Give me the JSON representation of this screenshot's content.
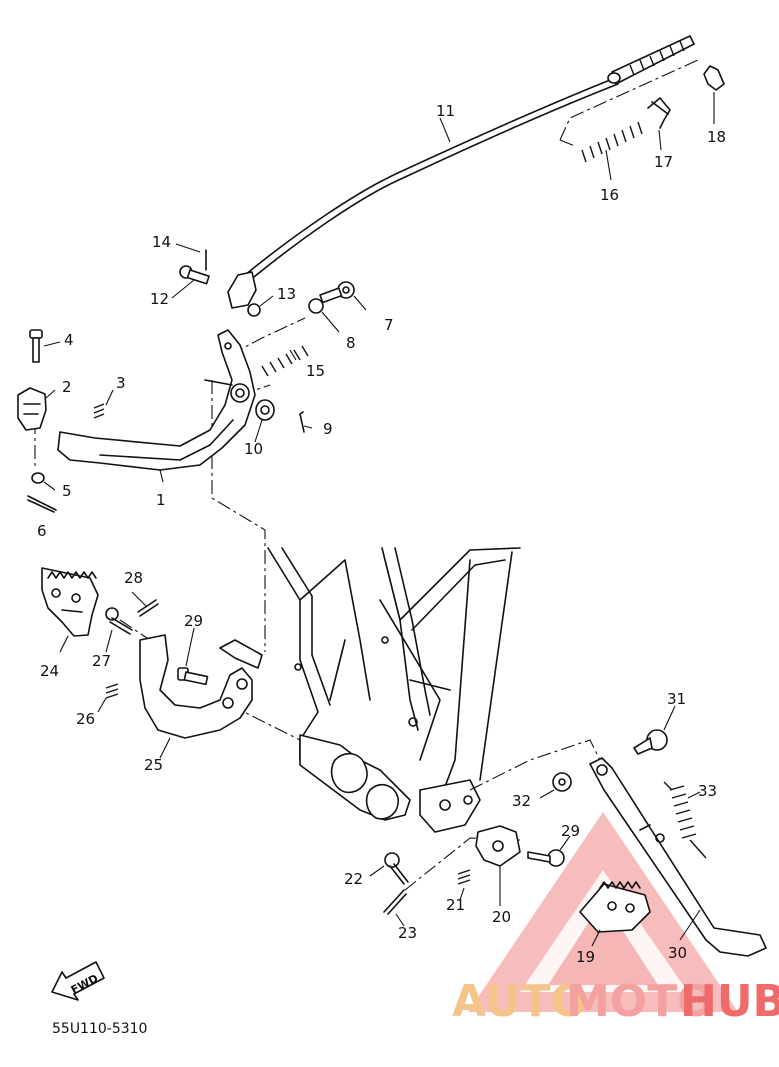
{
  "diagram": {
    "part_labels": [
      "1",
      "2",
      "3",
      "4",
      "5",
      "6",
      "7",
      "8",
      "9",
      "10",
      "11",
      "12",
      "13",
      "14",
      "15",
      "16",
      "17",
      "18",
      "19",
      "20",
      "21",
      "22",
      "23",
      "24",
      "25",
      "26",
      "27",
      "28",
      "29",
      "29",
      "30",
      "31",
      "32",
      "33"
    ],
    "diagram_code": "55U110-5310",
    "fwd_label": "FWD"
  },
  "watermark": {
    "text_part1": "AUTO",
    "text_part2": "MOTO",
    "text_part3": "HUB",
    "colors": {
      "auto": "#f5c48a",
      "moto": "#f2a0a0",
      "hub": "#ee6b6b",
      "triangle": "#e63b3b"
    }
  }
}
